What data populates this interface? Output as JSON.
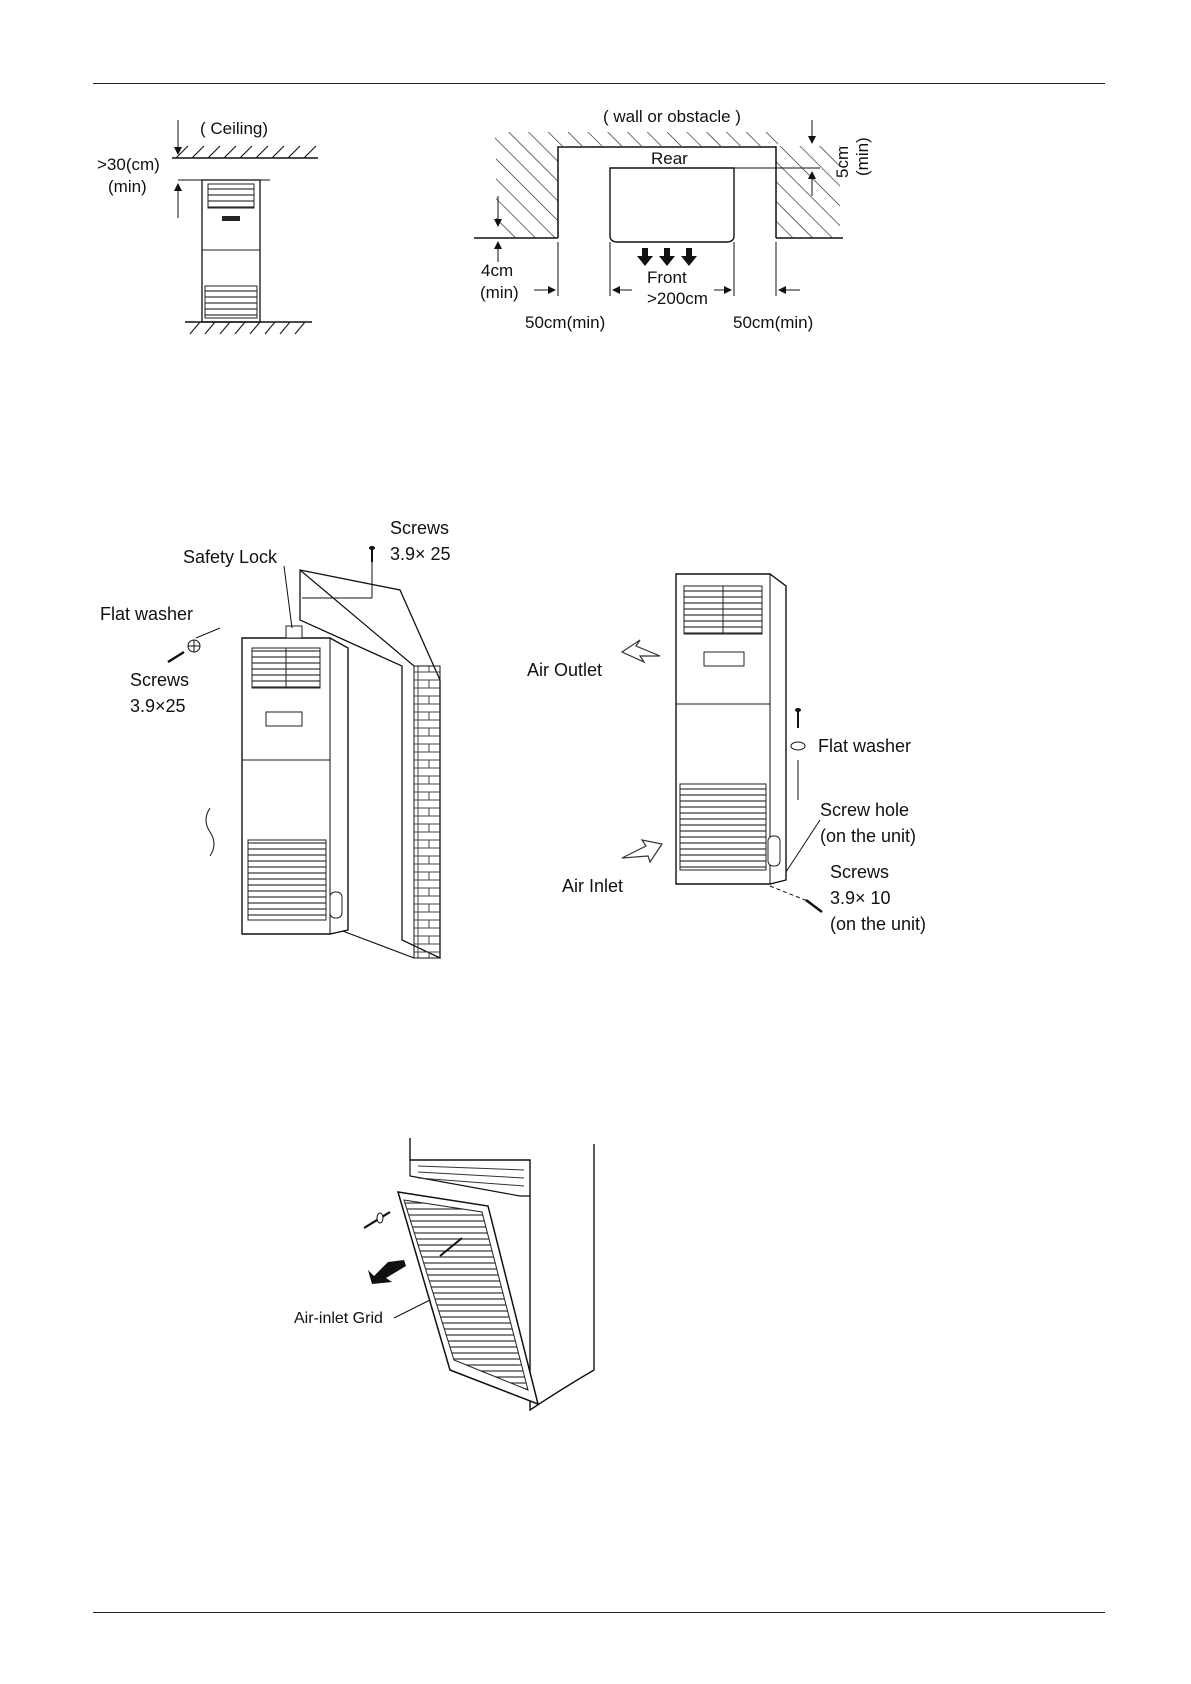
{
  "figure1": {
    "ceiling": "( Ceiling)",
    "clearance_top": ">30(cm)",
    "clearance_top_min": "(min)"
  },
  "figure2": {
    "wall": "( wall or obstacle )",
    "rear": "Rear",
    "rear_clearance": "5cm",
    "rear_clearance_min": "(min)",
    "side_clearance_small": "4cm",
    "side_clearance_small_min": "(min)",
    "front": "Front",
    "front_clearance": ">200cm",
    "left_clearance": "50cm(min)",
    "right_clearance": "50cm(min)"
  },
  "figure3": {
    "screws_top": "Screws",
    "screws_top_size": "3.9× 25",
    "safety_lock": "Safety Lock",
    "flat_washer": "Flat washer",
    "screws_left": "Screws",
    "screws_left_size": "3.9×25"
  },
  "figure4": {
    "air_outlet": "Air Outlet",
    "flat_washer": "Flat washer",
    "screw_hole": "Screw hole",
    "screw_hole_note": "(on the unit)",
    "air_inlet": "Air Inlet",
    "screws": "Screws",
    "screws_size": "3.9× 10",
    "screws_note": "(on the unit)"
  },
  "figure5": {
    "air_inlet_grid": "Air-inlet Grid"
  }
}
